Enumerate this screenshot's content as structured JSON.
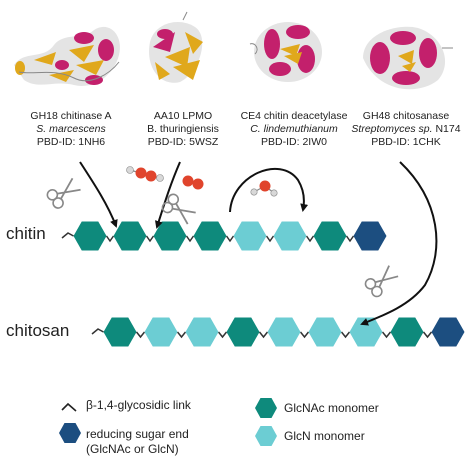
{
  "enzymes": [
    {
      "name": "GH18 chitinase A",
      "species": "S. marcescens",
      "species_suffix": "",
      "pdb": "PBD-ID: 1NH6"
    },
    {
      "name": "AA10 LPMO",
      "species": "B. thuringiensis",
      "species_suffix": "",
      "pdb": "PBD-ID: 5WSZ"
    },
    {
      "name": "CE4 chitin deacetylase",
      "species": "C. lindemuthianum",
      "species_suffix": "",
      "pdb": "PBD-ID: 2IW0"
    },
    {
      "name": "GH48 chitosanase",
      "species": "Streptomyces sp.",
      "species_suffix": " N174",
      "pdb": "PBD-ID: 1CHK"
    }
  ],
  "chains": {
    "chitin": {
      "label": "chitin",
      "monomers": [
        "GlcNAc",
        "GlcNAc",
        "GlcNAc",
        "GlcNAc",
        "GlcN",
        "GlcN",
        "GlcNAc",
        "reducing"
      ]
    },
    "chitosan": {
      "label": "chitosan",
      "monomers": [
        "GlcNAc",
        "GlcN",
        "GlcN",
        "GlcNAc",
        "GlcN",
        "GlcN",
        "GlcN",
        "GlcNAc",
        "reducing"
      ]
    }
  },
  "legend": {
    "link": "β-1,4-glycosidic link",
    "reducing_line1": "reducing sugar end",
    "reducing_line2": "(GlcNAc or GlcN)",
    "glcnac": "GlcNAc monomer",
    "glcn": "GlcN monomer"
  },
  "colors": {
    "GlcNAc": "#0e8a7c",
    "GlcN": "#6ccdd3",
    "reducing": "#1c4e80",
    "arrow": "#111111",
    "oxygen": "#e0442c",
    "hydrogen": "#d8d8d8"
  },
  "icons": {
    "structures": [
      "protein-structure-1nh6",
      "protein-structure-5wsz",
      "protein-structure-2iw0",
      "protein-structure-1chk"
    ],
    "scissors": "scissors-icon",
    "oxygen": "oxygen-molecule-icon",
    "water": "water-molecule-icon"
  }
}
